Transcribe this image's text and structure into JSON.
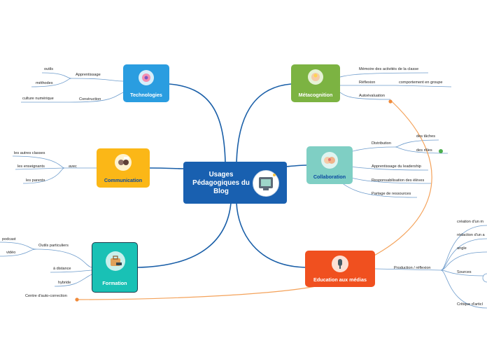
{
  "central": {
    "title": "Usages Pédagogiques du Blog",
    "icon": "blog-screen-icon"
  },
  "branches": {
    "technologies": {
      "title": "Technologies",
      "color": "#2a9de0",
      "icon": "brain-gear-icon",
      "items": {
        "apprentissage": "Apprentissage",
        "outils": "outils",
        "methodes": "méthodes",
        "construction": "Construction",
        "culture": "culture numérique"
      }
    },
    "metacognition": {
      "title": "Métacognition",
      "color": "#7cb342",
      "icon": "head-lightbulb-icon",
      "items": {
        "memoire": "Mémoire des activités de la classe",
        "reflexion": "Réflexion",
        "comportement": "comportement en groupe",
        "autoevaluation": "Autoévaluation"
      }
    },
    "communication": {
      "title": "Communication",
      "color": "#fbb717",
      "icon": "people-chat-icon",
      "items": {
        "avec": "avec",
        "autres_classes": "les autres classes",
        "enseignants": "les enseignants",
        "parents": "les parents"
      }
    },
    "collaboration": {
      "title": "Collaboration",
      "color": "#7fcfc4",
      "icon": "heads-gears-icon",
      "items": {
        "distribution": "Distribution",
        "taches": "des tâches",
        "roles": "des rôles",
        "leadership": "Apprentissage du leadership",
        "responsabilisation": "Responsabilisation des élèves",
        "partage": "Partage de ressources"
      }
    },
    "formation": {
      "title": "Formation",
      "color": "#19c1b5",
      "icon": "briefcase-icon",
      "items": {
        "outils_particuliers": "Outils particuliers",
        "podcast": "podcast",
        "video": "vidéo",
        "distance": "à distance",
        "hybride": "hybride",
        "autocorrection": "Centre d'auto-correction"
      }
    },
    "medias": {
      "title": "Education aux médias",
      "color": "#f0501f",
      "icon": "microphone-icon",
      "items": {
        "production": "Production / réflexion",
        "creation": "création d'un m",
        "redaction": "rédaction d'un a",
        "angle": "angle",
        "sources": "Sources",
        "critique": "Critique d'articl"
      }
    }
  },
  "colors": {
    "link_blue": "#1a5fa8",
    "relation_orange": "#f4a25a",
    "branch_line": "#8ab0d8"
  }
}
